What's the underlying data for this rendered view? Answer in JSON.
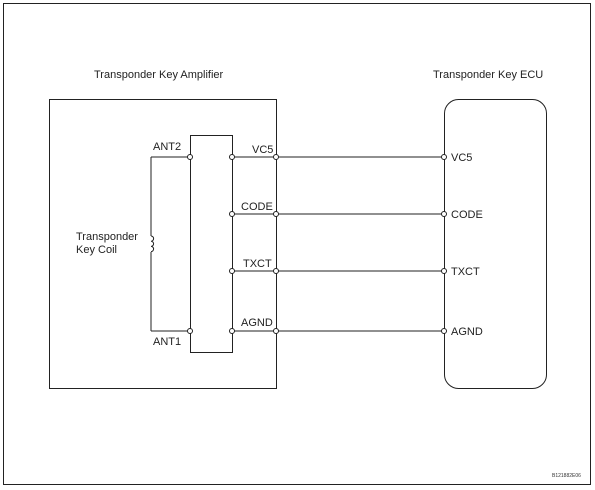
{
  "amplifier": {
    "title": "Transponder Key Amplifier",
    "coil_label_line1": "Transponder",
    "coil_label_line2": "Key Coil",
    "ant2": "ANT2",
    "ant1": "ANT1",
    "pins": [
      "VC5",
      "CODE",
      "TXCT",
      "AGND"
    ]
  },
  "ecu": {
    "title": "Transponder Key ECU",
    "pins": [
      "VC5",
      "CODE",
      "TXCT",
      "AGND"
    ]
  },
  "reference_code": "B121882E06"
}
